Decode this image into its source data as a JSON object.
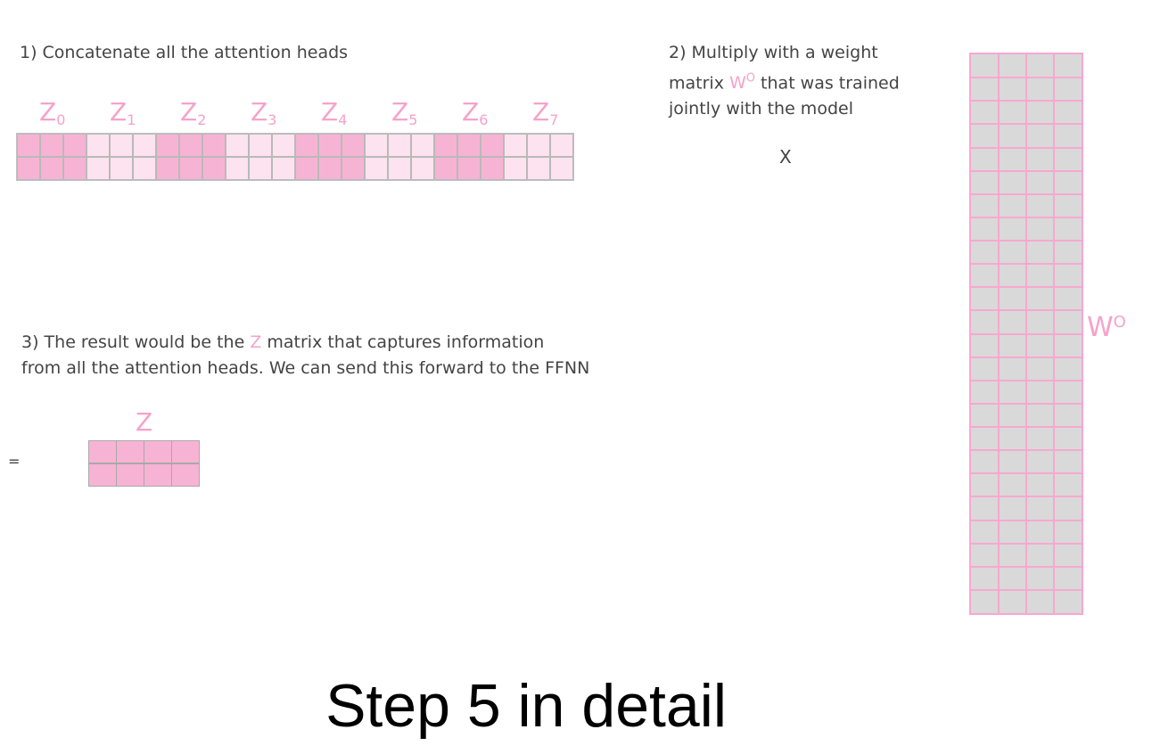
{
  "step1": {
    "text": "1) Concatenate all the attention heads"
  },
  "heads": [
    {
      "base": "Z",
      "sub": "0",
      "shade": "dark"
    },
    {
      "base": "Z",
      "sub": "1",
      "shade": "light"
    },
    {
      "base": "Z",
      "sub": "2",
      "shade": "dark"
    },
    {
      "base": "Z",
      "sub": "3",
      "shade": "light"
    },
    {
      "base": "Z",
      "sub": "4",
      "shade": "dark"
    },
    {
      "base": "Z",
      "sub": "5",
      "shade": "light"
    },
    {
      "base": "Z",
      "sub": "6",
      "shade": "dark"
    },
    {
      "base": "Z",
      "sub": "7",
      "shade": "light"
    }
  ],
  "step2": {
    "line1": "2) Multiply with a weight",
    "line2_pre": "matrix ",
    "line2_w": "W",
    "line2_sup": "O",
    "line2_post": " that was trained",
    "line3": "jointly with the model"
  },
  "operators": {
    "times": "X",
    "equals": "="
  },
  "step3": {
    "line1_pre": "3) The result would be the ",
    "line1_z": "Z",
    "line1_post": " matrix that captures information",
    "line2": "from all the attention heads. We can send this forward to the FFNN"
  },
  "z_matrix": {
    "label": "Z",
    "rows": 2,
    "cols": 4
  },
  "w_matrix": {
    "label": "W",
    "label_sup": "O",
    "rows": 24,
    "cols": 4
  },
  "caption": "Step 5 in detail",
  "colors": {
    "pink_dark": "#f7b3d4",
    "pink_light": "#fde3ef",
    "pink_label": "#f5a3c9",
    "weight_fill": "#d9d9d9"
  }
}
